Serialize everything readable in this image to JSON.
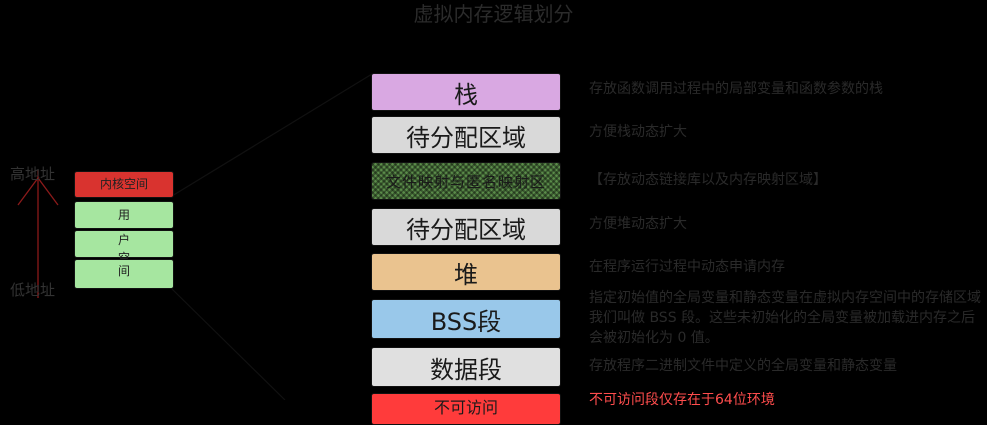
{
  "title": "虚拟内存逻辑划分",
  "axis": {
    "high": "高地址",
    "low": "低地址"
  },
  "left_segments": {
    "kernel": "内核空间",
    "user_chars": [
      "用",
      "户",
      "空",
      "间"
    ]
  },
  "segments": [
    {
      "label": "栈",
      "description": "存放函数调用过程中的局部变量和函数参数的栈"
    },
    {
      "label": "待分配区域",
      "description": "方便栈动态扩大"
    },
    {
      "label": "文件映射与匿名映射区",
      "description": "【存放动态链接库以及内存映射区域】"
    },
    {
      "label": "待分配区域",
      "description": "方便堆动态扩大"
    },
    {
      "label": "堆",
      "description": "在程序运行过程中动态申请内存"
    },
    {
      "label": "BSS段",
      "description": "指定初始值的全局变量和静态变量在虚拟内存空间中的存储区域我们叫做 BSS 段。这些未初始化的全局变量被加载进内存之后会被初始化为 0 值。"
    },
    {
      "label": "数据段",
      "description": "存放程序二进制文件中定义的全局变量和静态变量"
    },
    {
      "label": "不可访问",
      "description": "不可访问段仅存在于64位环境"
    }
  ],
  "colors": {
    "stack": "#d9a8e2",
    "unallocated": "#d9d9d9",
    "mmap": "#5b8c4a",
    "heap": "#eac38f",
    "bss": "#99c8ea",
    "data": "#e0e0e0",
    "inaccessible": "#ff3b3b",
    "kernel": "#d9332f",
    "user": "#a6e6a0"
  }
}
